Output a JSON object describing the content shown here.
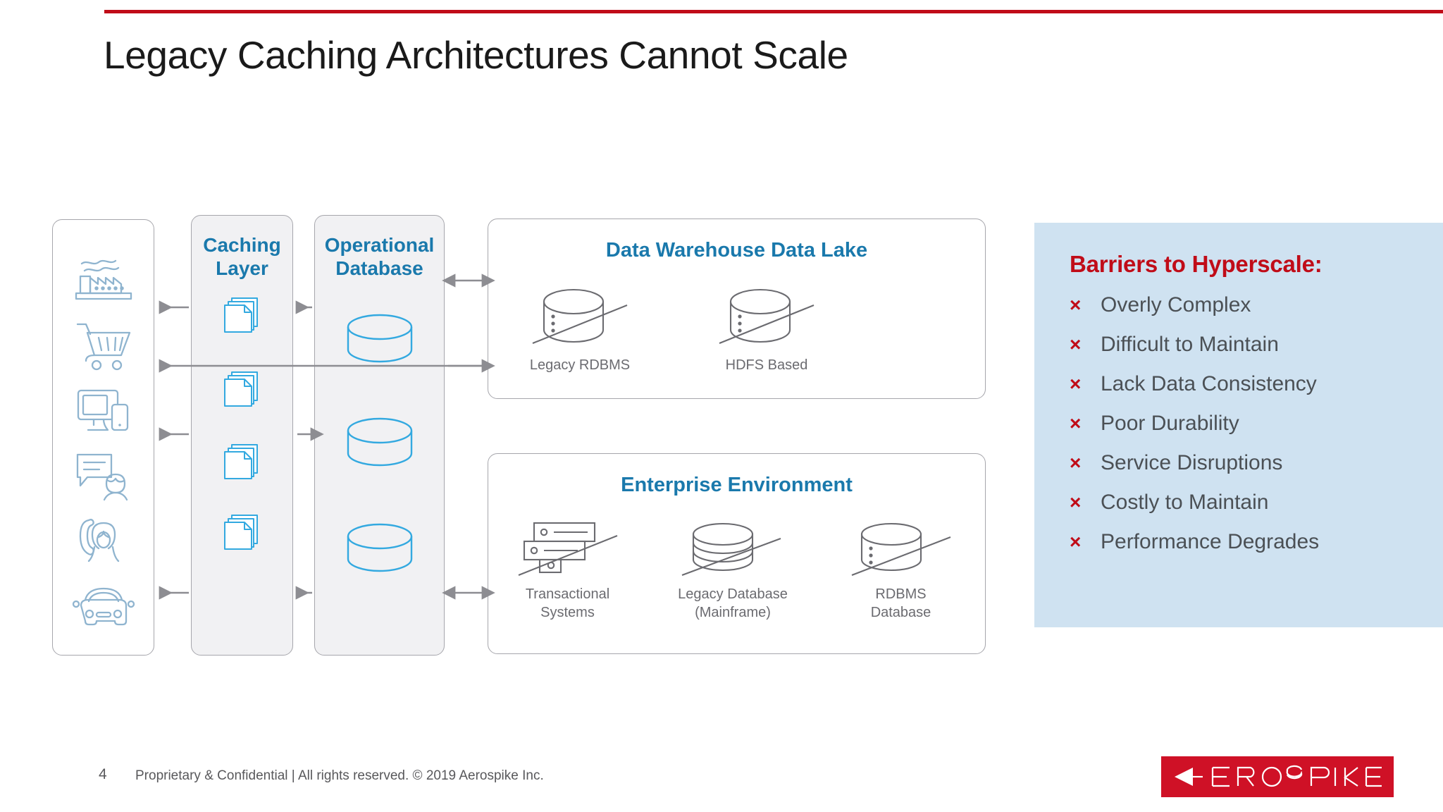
{
  "slide": {
    "title": "Legacy Caching Architectures Cannot Scale",
    "accent_red": "#c00c18",
    "accent_blue": "#1a79ac",
    "panel_blue": "#cfe2f1"
  },
  "channels": {
    "name": "client-channels",
    "icons": [
      {
        "name": "factory-icon",
        "label": "factory"
      },
      {
        "name": "shopping-cart-icon",
        "label": "shopping cart"
      },
      {
        "name": "desktop-mobile-icon",
        "label": "desktop and mobile"
      },
      {
        "name": "chat-support-icon",
        "label": "chat support agent"
      },
      {
        "name": "phone-support-icon",
        "label": "phone support agent"
      },
      {
        "name": "car-icon",
        "label": "car"
      }
    ]
  },
  "caching_layer": {
    "title": "Caching\nLayer",
    "title_line1": "Caching",
    "title_line2": "Layer",
    "node_icon": "document-stack-icon",
    "node_count": 4
  },
  "operational_database": {
    "title_line1": "Operational",
    "title_line2": "Database",
    "node_icon": "database-cylinder-icon",
    "node_count": 3
  },
  "data_warehouse": {
    "title": "Data Warehouse Data Lake",
    "nodes": [
      {
        "name": "legacy-rdbms-node",
        "icon": "dotted-cylinder-slope-icon",
        "label": "Legacy RDBMS"
      },
      {
        "name": "hdfs-based-node",
        "icon": "dotted-cylinder-slope-icon",
        "label": "HDFS Based"
      }
    ]
  },
  "enterprise_environment": {
    "title": "Enterprise Environment",
    "nodes": [
      {
        "name": "transactional-systems-node",
        "icon": "server-stack-slope-icon",
        "label_line1": "Transactional",
        "label_line2": "Systems"
      },
      {
        "name": "legacy-database-node",
        "icon": "disc-stack-cylinder-slope-icon",
        "label_line1": "Legacy Database",
        "label_line2": "(Mainframe)"
      },
      {
        "name": "rdbms-database-node",
        "icon": "dotted-cylinder-slope-icon",
        "label_line1": "RDBMS",
        "label_line2": "Database"
      }
    ]
  },
  "barriers": {
    "heading": "Barriers to Hyperscale:",
    "bullet_glyph": "×",
    "items": [
      "Overly Complex",
      "Difficult to Maintain",
      "Lack Data Consistency",
      "Poor Durability",
      "Service Disruptions",
      "Costly to Maintain",
      "Performance Degrades"
    ]
  },
  "footer": {
    "page_number": "4",
    "note": "Proprietary & Confidential  |  All rights reserved. © 2019  Aerospike Inc.",
    "logo_text": "AEROSPIKE"
  }
}
